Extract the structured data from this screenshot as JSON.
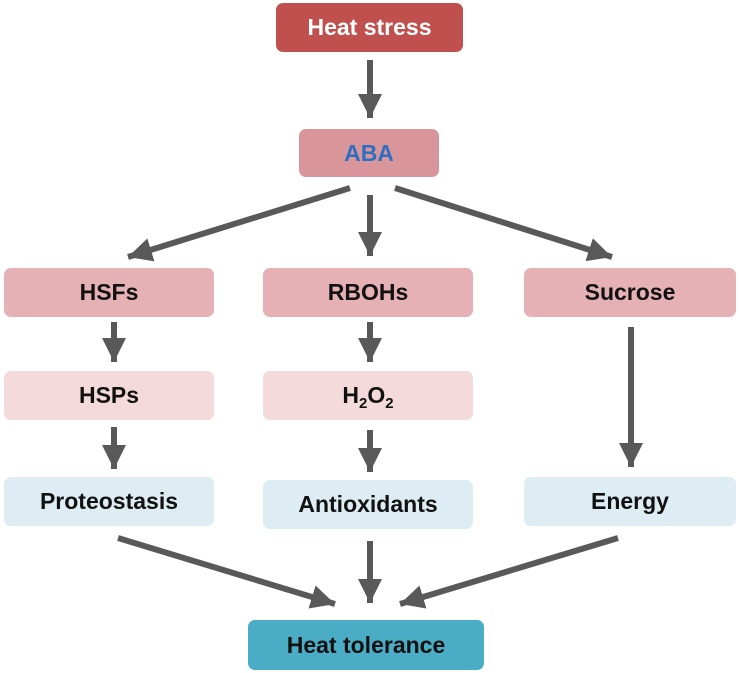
{
  "nodes": {
    "heat_stress": "Heat stress",
    "aba": "ABA",
    "hsfs": "HSFs",
    "rbohs": "RBOHs",
    "sucrose": "Sucrose",
    "hsps": "HSPs",
    "h2o2": {
      "h": "H",
      "two_a": "2",
      "o": "O",
      "two_b": "2"
    },
    "proteostasis": "Proteostasis",
    "antioxidants": "Antioxidants",
    "energy": "Energy",
    "heat_tolerance": "Heat tolerance"
  },
  "edges": [
    [
      "heat_stress",
      "aba"
    ],
    [
      "aba",
      "hsfs"
    ],
    [
      "aba",
      "rbohs"
    ],
    [
      "aba",
      "sucrose"
    ],
    [
      "hsfs",
      "hsps"
    ],
    [
      "hsps",
      "proteostasis"
    ],
    [
      "rbohs",
      "h2o2"
    ],
    [
      "h2o2",
      "antioxidants"
    ],
    [
      "sucrose",
      "energy"
    ],
    [
      "proteostasis",
      "heat_tolerance"
    ],
    [
      "antioxidants",
      "heat_tolerance"
    ],
    [
      "energy",
      "heat_tolerance"
    ]
  ],
  "colors": {
    "heat_stress": "#c0504d",
    "aba": "#d9969a",
    "aba_text": "#2e6fc4",
    "level1": "#e6b1b4",
    "level2": "#f4dada",
    "level3": "#deedf4",
    "heat_tolerance": "#4bacc6",
    "arrow": "#595959"
  }
}
